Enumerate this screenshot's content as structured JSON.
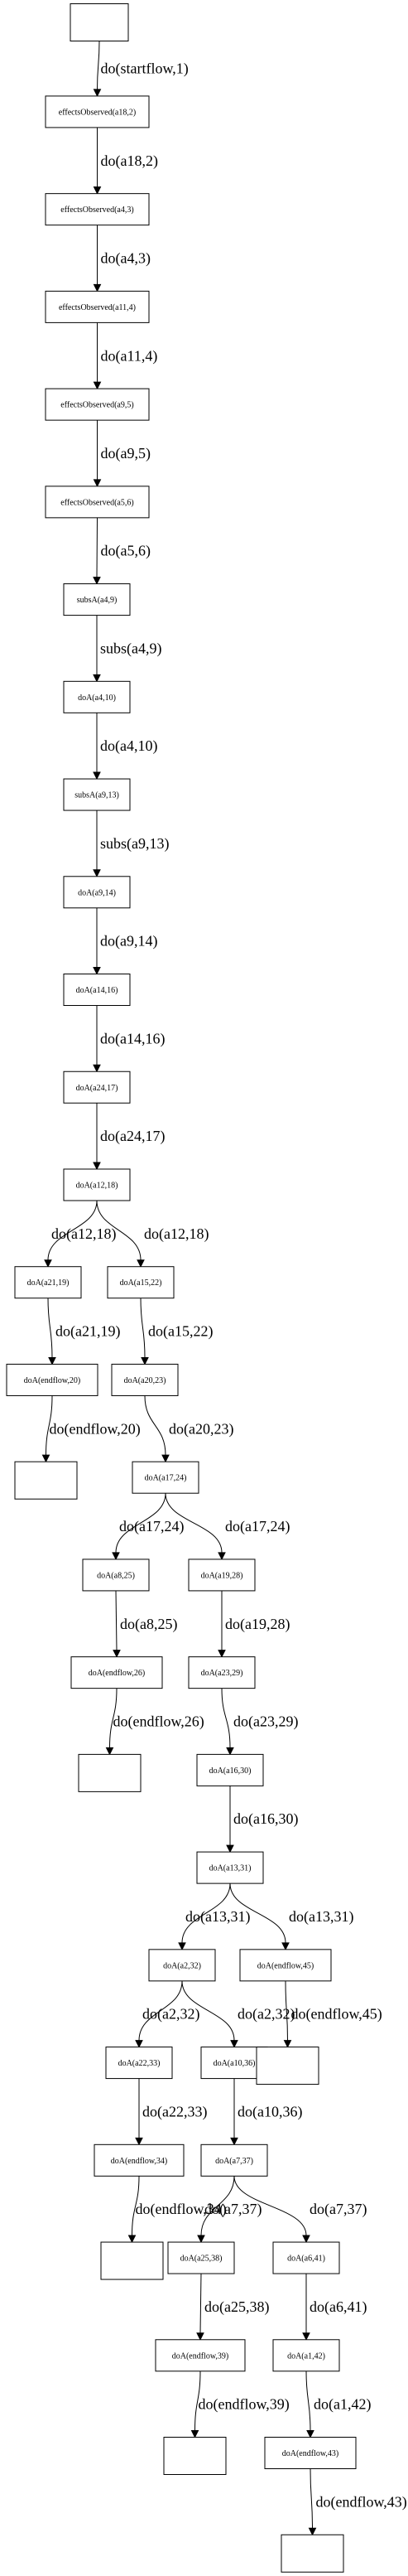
{
  "nodes": [
    {
      "id": "n0",
      "label": ""
    },
    {
      "id": "n1",
      "label": "effectsObserved(a18,2)"
    },
    {
      "id": "n2",
      "label": "effectsObserved(a4,3)"
    },
    {
      "id": "n3",
      "label": "effectsObserved(a11,4)"
    },
    {
      "id": "n4",
      "label": "effectsObserved(a9,5)"
    },
    {
      "id": "n5",
      "label": "effectsObserved(a5,6)"
    },
    {
      "id": "n6",
      "label": "subsA(a4,9)"
    },
    {
      "id": "n7",
      "label": "doA(a4,10)"
    },
    {
      "id": "n8",
      "label": "subsA(a9,13)"
    },
    {
      "id": "n9",
      "label": "doA(a9,14)"
    },
    {
      "id": "n10",
      "label": "doA(a14,16)"
    },
    {
      "id": "n11",
      "label": "doA(a24,17)"
    },
    {
      "id": "n12",
      "label": "doA(a12,18)"
    },
    {
      "id": "n13",
      "label": "doA(a21,19)"
    },
    {
      "id": "n14",
      "label": "doA(a15,22)"
    },
    {
      "id": "n15",
      "label": "doA(endflow,20)"
    },
    {
      "id": "n16",
      "label": "doA(a20,23)"
    },
    {
      "id": "n17",
      "label": ""
    },
    {
      "id": "n18",
      "label": "doA(a17,24)"
    },
    {
      "id": "n19",
      "label": "doA(a8,25)"
    },
    {
      "id": "n20",
      "label": "doA(a19,28)"
    },
    {
      "id": "n21",
      "label": "doA(endflow,26)"
    },
    {
      "id": "n22",
      "label": "doA(a23,29)"
    },
    {
      "id": "n23",
      "label": ""
    },
    {
      "id": "n24",
      "label": "doA(a16,30)"
    },
    {
      "id": "n25",
      "label": "doA(a13,31)"
    },
    {
      "id": "n26",
      "label": "doA(a2,32)"
    },
    {
      "id": "n27",
      "label": "doA(endflow,45)"
    },
    {
      "id": "n28",
      "label": "doA(a22,33)"
    },
    {
      "id": "n29",
      "label": "doA(a10,36)"
    },
    {
      "id": "n30",
      "label": ""
    },
    {
      "id": "n31",
      "label": "doA(endflow,34)"
    },
    {
      "id": "n32",
      "label": "doA(a7,37)"
    },
    {
      "id": "n33",
      "label": ""
    },
    {
      "id": "n34",
      "label": "doA(a25,38)"
    },
    {
      "id": "n35",
      "label": "doA(a6,41)"
    },
    {
      "id": "n36",
      "label": "doA(endflow,39)"
    },
    {
      "id": "n37",
      "label": "doA(a1,42)"
    },
    {
      "id": "n38",
      "label": ""
    },
    {
      "id": "n39",
      "label": "doA(endflow,43)"
    },
    {
      "id": "n40",
      "label": ""
    }
  ],
  "edges": [
    {
      "from": "n0",
      "to": "n1",
      "label": "do(startflow,1)"
    },
    {
      "from": "n1",
      "to": "n2",
      "label": "do(a18,2)"
    },
    {
      "from": "n2",
      "to": "n3",
      "label": "do(a4,3)"
    },
    {
      "from": "n3",
      "to": "n4",
      "label": "do(a11,4)"
    },
    {
      "from": "n4",
      "to": "n5",
      "label": "do(a9,5)"
    },
    {
      "from": "n5",
      "to": "n6",
      "label": "do(a5,6)"
    },
    {
      "from": "n6",
      "to": "n7",
      "label": "subs(a4,9)"
    },
    {
      "from": "n7",
      "to": "n8",
      "label": "do(a4,10)"
    },
    {
      "from": "n8",
      "to": "n9",
      "label": "subs(a9,13)"
    },
    {
      "from": "n9",
      "to": "n10",
      "label": "do(a9,14)"
    },
    {
      "from": "n10",
      "to": "n11",
      "label": "do(a14,16)"
    },
    {
      "from": "n11",
      "to": "n12",
      "label": "do(a24,17)"
    },
    {
      "from": "n12",
      "to": "n13",
      "label": "do(a12,18)"
    },
    {
      "from": "n12",
      "to": "n14",
      "label": "do(a12,18)"
    },
    {
      "from": "n13",
      "to": "n15",
      "label": "do(a21,19)"
    },
    {
      "from": "n14",
      "to": "n16",
      "label": "do(a15,22)"
    },
    {
      "from": "n15",
      "to": "n17",
      "label": "do(endflow,20)"
    },
    {
      "from": "n16",
      "to": "n18",
      "label": "do(a20,23)"
    },
    {
      "from": "n18",
      "to": "n19",
      "label": "do(a17,24)"
    },
    {
      "from": "n18",
      "to": "n20",
      "label": "do(a17,24)"
    },
    {
      "from": "n19",
      "to": "n21",
      "label": "do(a8,25)"
    },
    {
      "from": "n20",
      "to": "n22",
      "label": "do(a19,28)"
    },
    {
      "from": "n21",
      "to": "n23",
      "label": "do(endflow,26)"
    },
    {
      "from": "n22",
      "to": "n24",
      "label": "do(a23,29)"
    },
    {
      "from": "n24",
      "to": "n25",
      "label": "do(a16,30)"
    },
    {
      "from": "n25",
      "to": "n26",
      "label": "do(a13,31)"
    },
    {
      "from": "n25",
      "to": "n27",
      "label": "do(a13,31)"
    },
    {
      "from": "n26",
      "to": "n28",
      "label": "do(a2,32)"
    },
    {
      "from": "n26",
      "to": "n29",
      "label": "do(a2,32)"
    },
    {
      "from": "n27",
      "to": "n30",
      "label": "do(endflow,45)"
    },
    {
      "from": "n28",
      "to": "n31",
      "label": "do(a22,33)"
    },
    {
      "from": "n29",
      "to": "n32",
      "label": "do(a10,36)"
    },
    {
      "from": "n31",
      "to": "n33",
      "label": "do(endflow,34)"
    },
    {
      "from": "n32",
      "to": "n34",
      "label": "do(a7,37)"
    },
    {
      "from": "n32",
      "to": "n35",
      "label": "do(a7,37)"
    },
    {
      "from": "n34",
      "to": "n36",
      "label": "do(a25,38)"
    },
    {
      "from": "n35",
      "to": "n37",
      "label": "do(a6,41)"
    },
    {
      "from": "n36",
      "to": "n38",
      "label": "do(endflow,39)"
    },
    {
      "from": "n37",
      "to": "n39",
      "label": "do(a1,42)"
    },
    {
      "from": "n39",
      "to": "n40",
      "label": "do(endflow,43)"
    }
  ]
}
